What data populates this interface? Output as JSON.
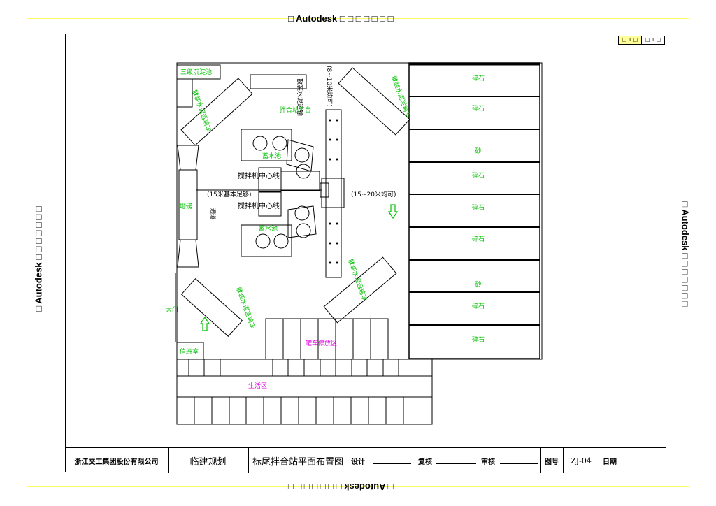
{
  "watermark": {
    "top": "□ Autodesk □ □ □ □ □ □ □",
    "bottom": "□ Autodesk □ □ □ □ □ □ □",
    "left": "□ Autodesk □ □ □ □ □ □ □",
    "right": "□ Autodesk □ □ □ □ □ □ □"
  },
  "corner_tag": [
    "□ 1 □",
    "□ 1 □"
  ],
  "title_block": {
    "company": "浙江交工集团股份有限公司",
    "project": "临建规划",
    "drawing_title": "标尾拌合站平面布置图",
    "design_label": "设计",
    "check_label": "复核",
    "review_label": "审核",
    "drawing_no_label": "图号",
    "drawing_no": "ZJ-04",
    "date_label": "日期"
  },
  "plan": {
    "labels": {
      "sedimentation": "三级沉淀池",
      "bulk_cement_left": "散装水泥运输车",
      "bulk_cement_right": "散装水泥运输车",
      "bulk_cement_bl": "散装水泥运输车",
      "bulk_cement_br": "散装水泥运输车",
      "bulk_cement_center": "散装水泥运输",
      "mixer_platform": "拌合站平台",
      "conveyor_note": "(8~10米均可)",
      "water_tank_top": "蓄水池",
      "water_tank_bottom": "蓄水池",
      "mixer_centerline_top": "搅拌机中心线",
      "mixer_centerline_bottom": "搅拌机中心线",
      "foundation_note": "(15米基本足够)",
      "spacing_note": "(15~20米均可)",
      "weighbridge": "地磅",
      "road": "通道",
      "gate": "大门",
      "guard_room": "值班室",
      "tanker_parking": "罐车停放区",
      "living_area": "生活区"
    },
    "aggregate_bins": [
      "碎石",
      "碎石",
      "砂",
      "碎石",
      "碎石",
      "碎石",
      "砂",
      "碎石",
      "碎石"
    ],
    "colors": {
      "label_green": "#00c000",
      "label_magenta": "#e000e0",
      "watermark_frame": "#ffff66",
      "line": "#000000"
    }
  }
}
